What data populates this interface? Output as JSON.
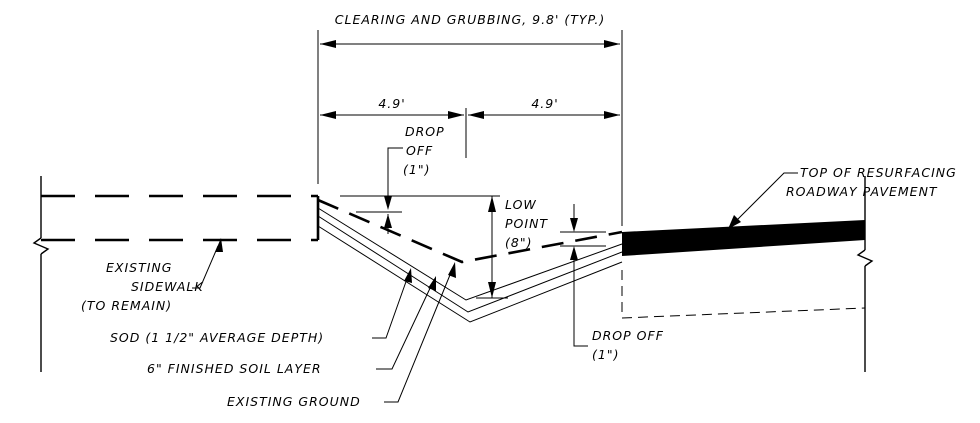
{
  "title": "",
  "dimensions": {
    "clearing": "CLEARING AND GRUBBING, 9.8' (TYP.)",
    "left_half": "4.9'",
    "right_half": "4.9'"
  },
  "labels": {
    "drop_off_top": [
      "DROP",
      "OFF",
      "(1\")"
    ],
    "low_point": [
      "LOW",
      "POINT",
      "(8\")"
    ],
    "top_resurfacing": [
      "TOP OF RESURFACING",
      "ROADWAY PAVEMENT"
    ],
    "existing_sidewalk": [
      "EXISTING",
      "SIDEWALK",
      "(TO REMAIN)"
    ],
    "sod": "SOD (1 1/2\" AVERAGE DEPTH)",
    "finished_soil": "6\" FINISHED SOIL LAYER",
    "existing_ground": "EXISTING GROUND",
    "drop_off_bottom": [
      "DROP OFF",
      "(1\")"
    ]
  }
}
